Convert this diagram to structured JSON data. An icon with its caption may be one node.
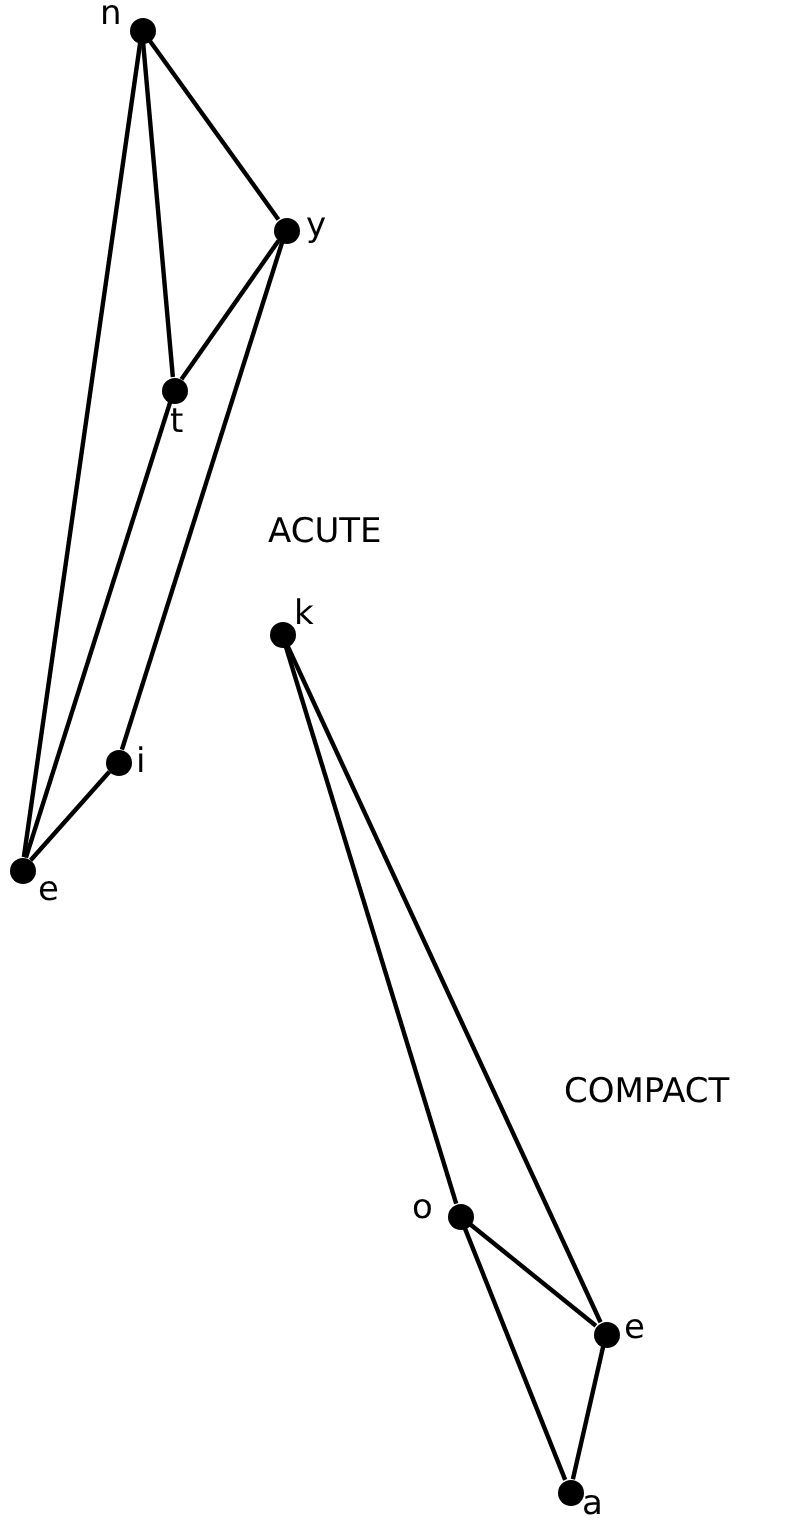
{
  "diagram": {
    "nodes": [
      {
        "text": [],
        "shape": "circle",
        "beside": [
          "n"
        ]
      },
      {
        "text": [],
        "shape": "circle",
        "beside": [
          "y"
        ]
      },
      {
        "text": [],
        "shape": "circle",
        "beside": [
          "t"
        ]
      },
      {
        "text": [],
        "shape": "circle",
        "beside": [
          "i"
        ]
      },
      {
        "text": [],
        "shape": "circle",
        "beside": [
          "e"
        ]
      },
      {
        "text": [],
        "shape": "circle",
        "beside": [
          "k"
        ]
      },
      {
        "text": [],
        "shape": "circle",
        "beside": [
          "o"
        ]
      },
      {
        "text": [],
        "shape": "circle",
        "beside": [
          "e"
        ]
      },
      {
        "text": [],
        "shape": "circle",
        "beside": [
          "a"
        ]
      }
    ],
    "edges": [
      {
        "from": 0,
        "to": 1,
        "arrow": "none"
      },
      {
        "from": 0,
        "to": 2,
        "arrow": "none"
      },
      {
        "from": 0,
        "to": 4,
        "arrow": "none"
      },
      {
        "from": 1,
        "to": 2,
        "arrow": "none"
      },
      {
        "from": 1,
        "to": 3,
        "arrow": "none"
      },
      {
        "from": 2,
        "to": 4,
        "arrow": "none"
      },
      {
        "from": 3,
        "to": 4,
        "arrow": "none"
      },
      {
        "from": 5,
        "to": 6,
        "arrow": "none"
      },
      {
        "from": 5,
        "to": 7,
        "arrow": "none"
      },
      {
        "from": 6,
        "to": 7,
        "arrow": "none"
      },
      {
        "from": 6,
        "to": 8,
        "arrow": "none"
      },
      {
        "from": 7,
        "to": 8,
        "arrow": "none"
      }
    ],
    "labels": [
      "ACUTE",
      "COMPACT"
    ]
  }
}
